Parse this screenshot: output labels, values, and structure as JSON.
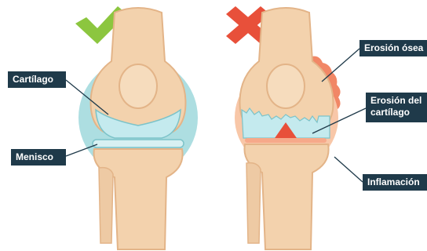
{
  "labels": {
    "cartilago": "Cartílago",
    "menisco": "Menisco",
    "erosion_osea": "Erosión ósea",
    "erosion_cartilago": "Erosión del cartílago",
    "inflamacion": "Inflamación"
  },
  "icons": {
    "healthy": "check-icon",
    "diseased": "cross-icon"
  },
  "colors": {
    "check": "#8cc63f",
    "cross": "#e8503a",
    "bone": "#f3d2ad",
    "bone_shade": "#e7b98e",
    "cartilage": "#bfe6ea",
    "synovium_healthy": "#8fd0d4",
    "inflammation": "#f06a45",
    "label_bg": "#1f3a4a"
  }
}
